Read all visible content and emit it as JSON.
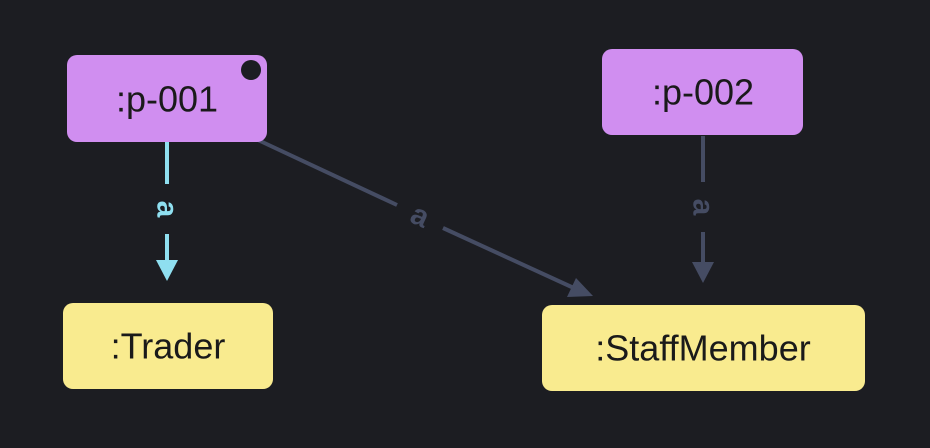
{
  "nodes": {
    "p001": {
      "label": ":p-001",
      "color": "#d08ef0"
    },
    "p002": {
      "label": ":p-002",
      "color": "#d08ef0"
    },
    "trader": {
      "label": ":Trader",
      "color": "#f9eb8f"
    },
    "staff": {
      "label": ":StaffMember",
      "color": "#f9eb8f"
    }
  },
  "edges": {
    "p001_trader": {
      "label": "a",
      "color": "#8fdff0"
    },
    "p001_staff": {
      "label": "a",
      "color": "#454c63"
    },
    "p002_staff": {
      "label": "a",
      "color": "#454c63"
    }
  },
  "colors": {
    "background": "#1c1d22",
    "selection_dot": "#1c1d22"
  }
}
